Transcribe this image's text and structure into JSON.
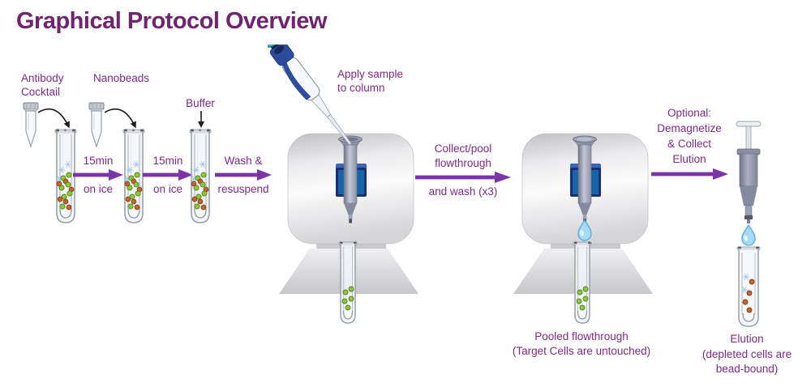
{
  "title": "Graphical Protocol Overview",
  "labels": {
    "antibody": "Antibody\nCocktail",
    "nanobeads": "Nanobeads",
    "buffer": "Buffer",
    "apply_sample": "Apply sample\nto column",
    "pooled_flowthrough": "Pooled flowthrough\n(Target Cells are untouched)",
    "elution": "Elution\n(depleted cells are\nbead-bound)"
  },
  "arrows": {
    "incubate1": {
      "top": "15min",
      "bottom": "on ice"
    },
    "incubate2": {
      "top": "15min",
      "bottom": "on ice"
    },
    "wash": {
      "top": "Wash &",
      "bottom": "resuspend"
    },
    "collect": {
      "top": "Collect/pool\nflowthrough",
      "bottom": "and wash (x3)"
    },
    "optional": {
      "label": "Optional:\nDemagnetize\n& Collect\nElution"
    }
  },
  "colors": {
    "title_text": "#6F2470",
    "label_text": "#7E2A87",
    "arrow_purple": "#7B35A6",
    "magnet_blue": "#1565A8",
    "magnet_frame": "#1A2F7A",
    "droplet_blue": "#A7DAF4",
    "bead_green": "#8CC63F",
    "bead_orange": "#C2662A",
    "nanobead_blue": "#A9C9E4",
    "stand_gray": "#E2E2E4"
  }
}
